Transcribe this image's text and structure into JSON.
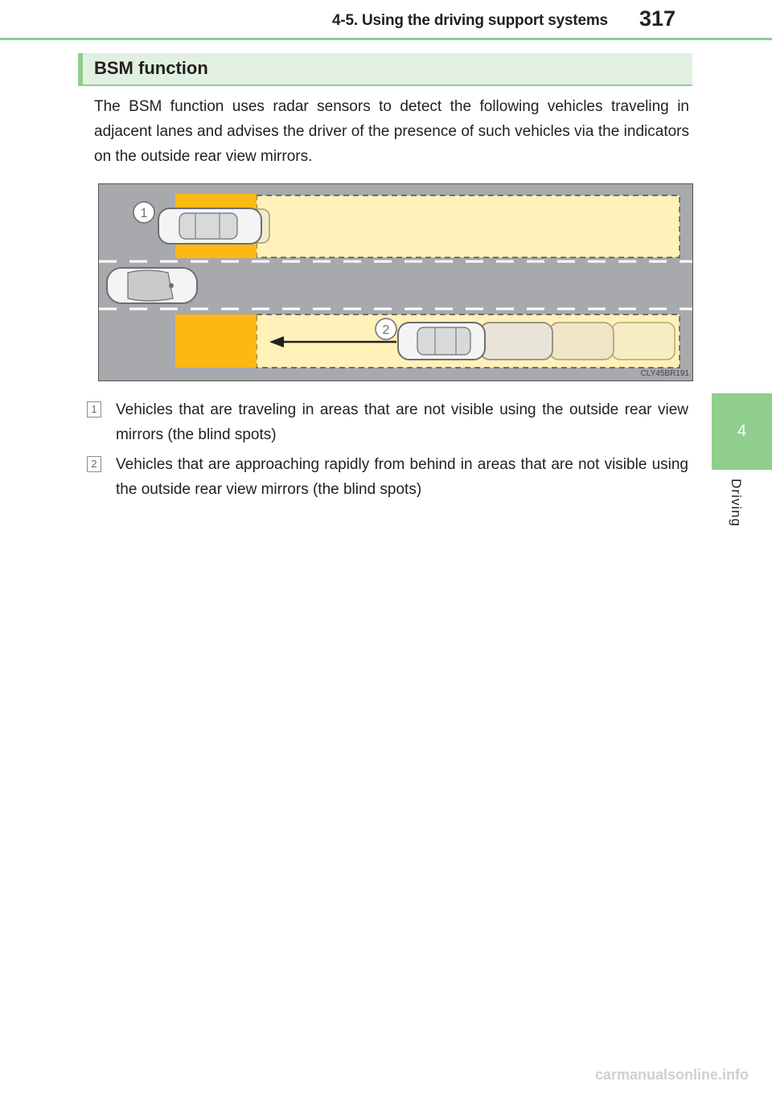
{
  "header": {
    "title": "4-5. Using the driving support systems",
    "page_number": "317"
  },
  "side_tab": {
    "chapter_number": "4",
    "chapter_label": "Driving"
  },
  "section": {
    "title": "BSM function",
    "intro": "The BSM function uses radar sensors to detect the following vehicles traveling in adjacent lanes and advises the driver of the presence of such vehicles via the indicators on the outside rear view mirrors."
  },
  "figure": {
    "code": "CLY45BR191",
    "callouts": [
      "1",
      "2"
    ],
    "colors": {
      "road": "#a7a9ac",
      "zone_near": "#fdb913",
      "zone_far": "#fff1b8"
    }
  },
  "list": [
    {
      "marker": "1",
      "text": "Vehicles that are traveling in areas that are not visible using the outside rear view mirrors (the blind spots)"
    },
    {
      "marker": "2",
      "text": "Vehicles that are approaching rapidly from behind in areas that are not visible using the outside rear view mirrors (the blind spots)"
    }
  ],
  "watermark": "carmanualsonline.info"
}
